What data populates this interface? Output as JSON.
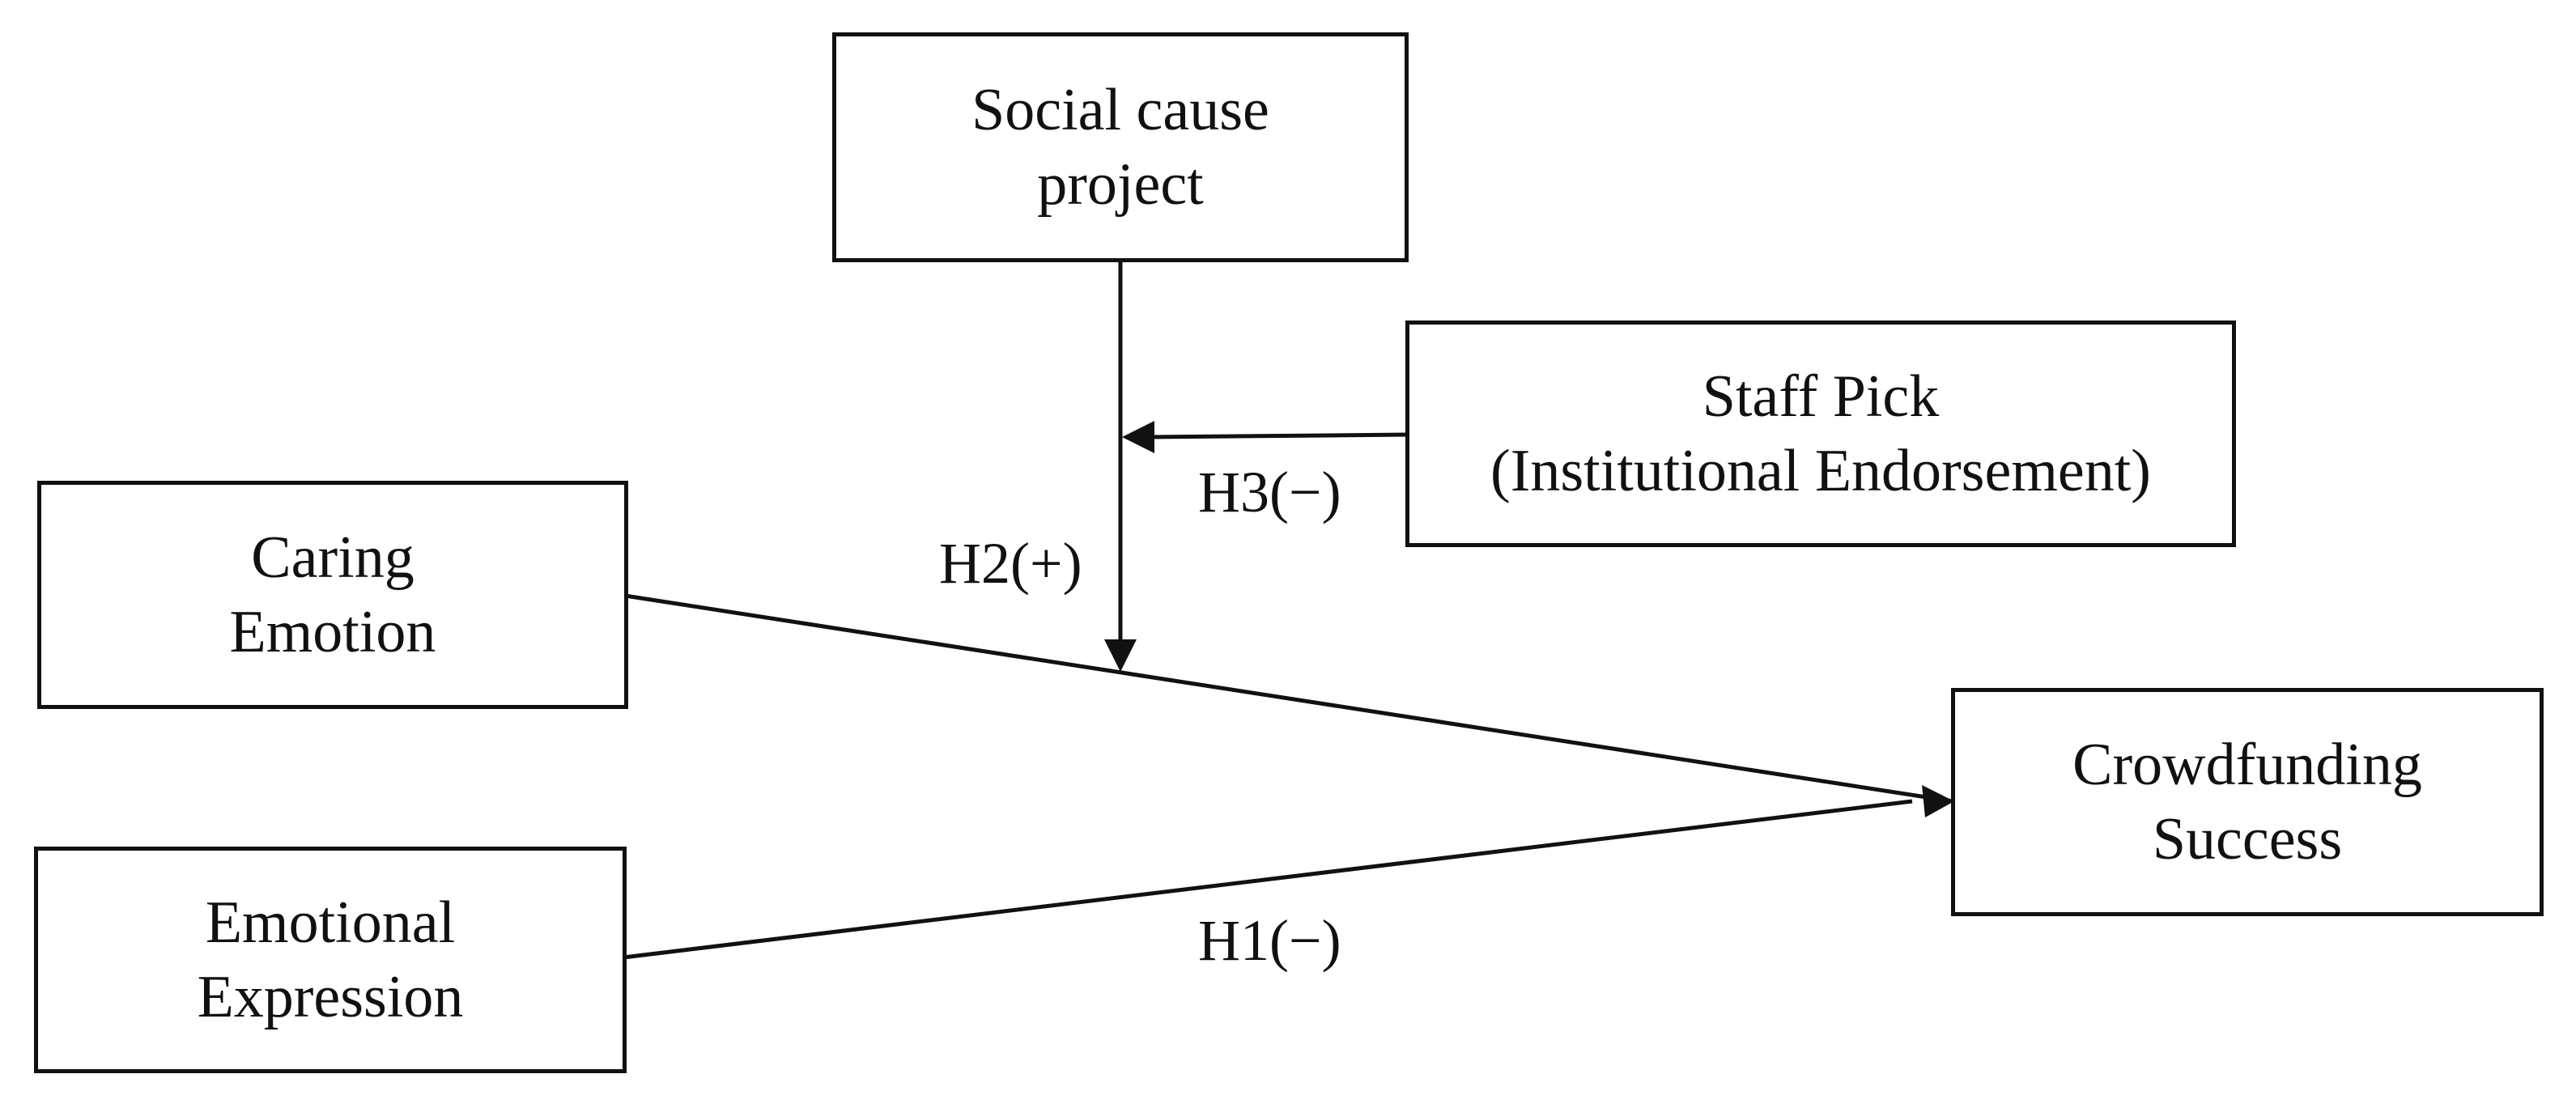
{
  "colors": {
    "stroke": "#111111",
    "background": "#ffffff"
  },
  "nodes": {
    "social_cause": {
      "line1": "Social cause",
      "line2": "project"
    },
    "staff_pick": {
      "line1": "Staff Pick",
      "line2": "(Institutional Endorsement)"
    },
    "caring_emotion": {
      "line1": "Caring",
      "line2": "Emotion"
    },
    "emotional_expression": {
      "line1": "Emotional",
      "line2": "Expression"
    },
    "crowdfunding_success": {
      "line1": "Crowdfunding",
      "line2": "Success"
    }
  },
  "hypotheses": {
    "h1": "H1(−)",
    "h2": "H2(+)",
    "h3": "H3(−)"
  }
}
